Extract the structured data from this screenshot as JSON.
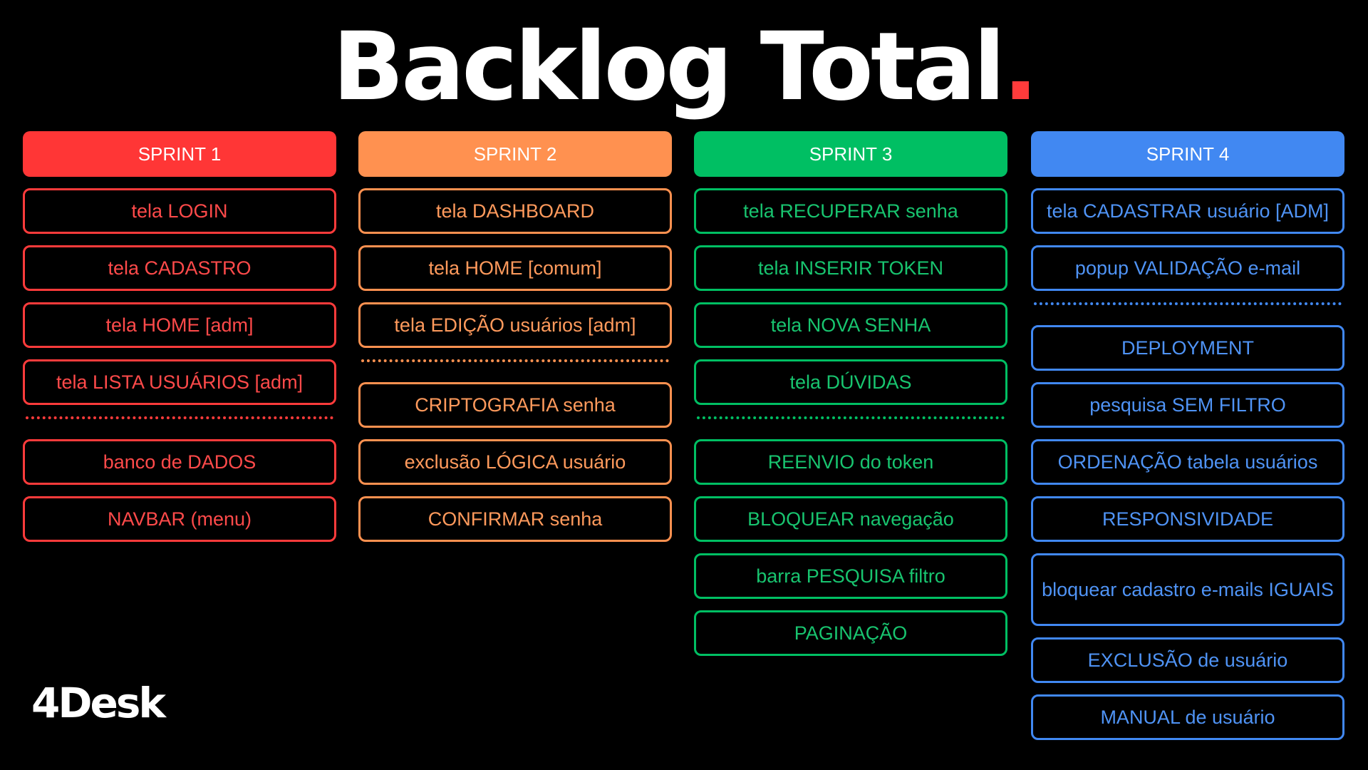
{
  "title": {
    "text": "Backlog Total",
    "dot": "."
  },
  "brand": "4Desk",
  "colors": {
    "sprint1": "#ff3636",
    "sprint2": "#ff9150",
    "sprint3": "#00bf63",
    "sprint4": "#4188f2"
  },
  "sprints": [
    {
      "name": "SPRINT 1",
      "top": [
        "tela LOGIN",
        "tela CADASTRO",
        "tela HOME [adm]",
        "tela LISTA USUÁRIOS [adm]"
      ],
      "bottom": [
        "banco de DADOS",
        "NAVBAR (menu)"
      ]
    },
    {
      "name": "SPRINT 2",
      "top": [
        "tela DASHBOARD",
        "tela HOME [comum]",
        "tela EDIÇÃO usuários [adm]"
      ],
      "bottom": [
        "CRIPTOGRAFIA senha",
        "exclusão LÓGICA usuário",
        "CONFIRMAR senha"
      ]
    },
    {
      "name": "SPRINT 3",
      "top": [
        "tela RECUPERAR senha",
        "tela INSERIR TOKEN",
        "tela NOVA SENHA",
        "tela DÚVIDAS"
      ],
      "bottom": [
        "REENVIO do token",
        "BLOQUEAR navegação",
        "barra PESQUISA filtro",
        "PAGINAÇÃO"
      ]
    },
    {
      "name": "SPRINT 4",
      "top": [
        "tela CADASTRAR usuário [ADM]",
        "popup VALIDAÇÃO e-mail"
      ],
      "bottom": [
        "DEPLOYMENT",
        "pesquisa SEM FILTRO",
        "ORDENAÇÃO tabela usuários",
        "RESPONSIVIDADE",
        "bloquear cadastro e-mails IGUAIS",
        "EXCLUSÃO de usuário",
        "MANUAL de usuário"
      ]
    }
  ]
}
